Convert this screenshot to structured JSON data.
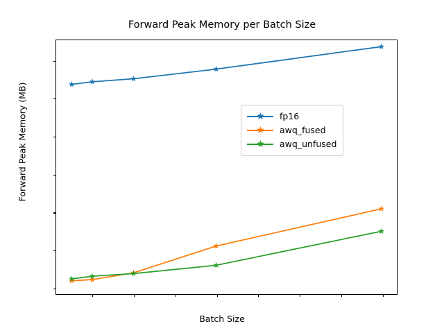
{
  "chart_data": {
    "type": "line",
    "title": "Forward Peak Memory per Batch Size",
    "xlabel": "Batch Size",
    "ylabel": "Forward Peak Memory (MB)",
    "x": [
      1,
      2,
      4,
      8,
      16
    ],
    "xlim": [
      0.25,
      16.75
    ],
    "ylim": [
      5630,
      19080
    ],
    "xticks": [
      2,
      4,
      6,
      8,
      10,
      12,
      14,
      16
    ],
    "yticks": [
      6000,
      8000,
      10000,
      12000,
      14000,
      16000,
      18000
    ],
    "grid": false,
    "legend_position": "center right",
    "marker": "star",
    "series": [
      {
        "name": "fp16",
        "color": "#1f77b4",
        "values": [
          16740,
          16880,
          17040,
          17550,
          18740
        ]
      },
      {
        "name": "awq_fused",
        "color": "#ff7f0e",
        "values": [
          6340,
          6400,
          6760,
          8180,
          10150
        ]
      },
      {
        "name": "awq_unfused",
        "color": "#2ca02c",
        "values": [
          6440,
          6580,
          6720,
          7160,
          8960
        ]
      }
    ]
  },
  "figure": {
    "background": "#ffffff",
    "axis_color": "#000000"
  }
}
